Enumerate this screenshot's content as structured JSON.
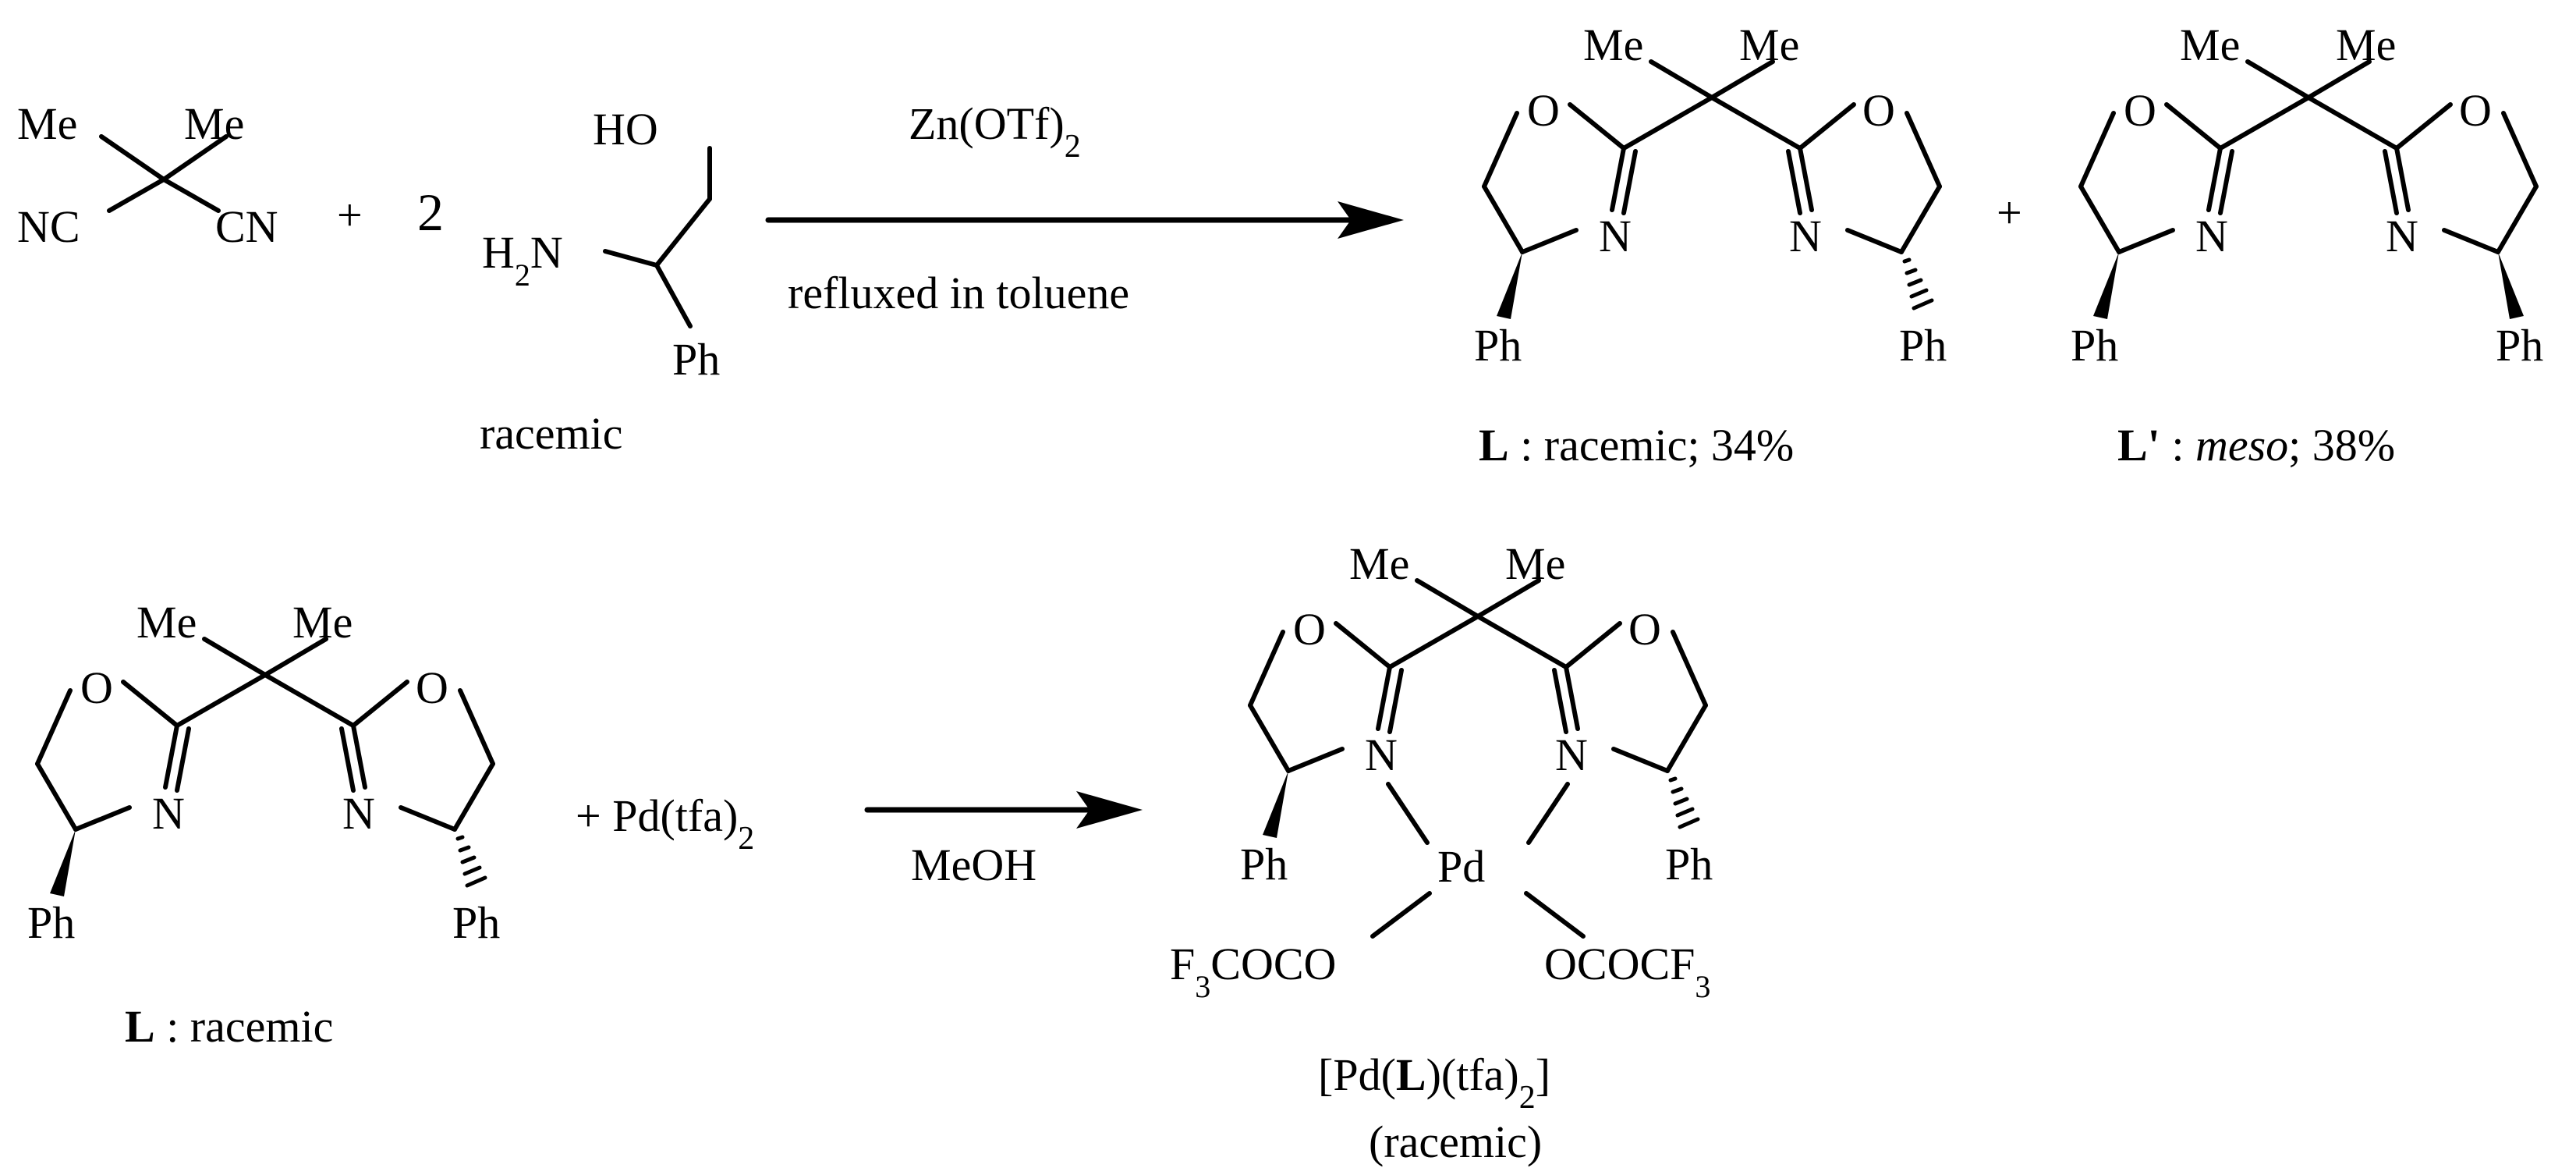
{
  "atoms": {
    "me": "Me",
    "nc": "NC",
    "cn": "CN",
    "o": "O",
    "n": "N",
    "ph": "Ph",
    "ho": "HO",
    "h2n_h": "H",
    "h2n_sub": "2",
    "h2n_n": "N",
    "pd": "Pd",
    "f3coco_f": "F",
    "f3coco_sub": "3",
    "f3coco_rest": "COCO",
    "ococf3_main": "OCOCF",
    "ococf3_sub": "3"
  },
  "reaction1": {
    "plus": "+",
    "coefficient": "2",
    "amino_alcohol_note": "racemic",
    "reagent_main": "Zn(OTf)",
    "reagent_sub": "2",
    "condition": "refluxed in toluene",
    "plus_products": "+",
    "product_L": {
      "symbol": "L",
      "text": " : racemic; 34%"
    },
    "product_Lp": {
      "symbol": "L'",
      "sep": " : ",
      "italic": "meso",
      "tail": "; 38%"
    }
  },
  "reaction2": {
    "reagent_main": "+ Pd(tfa)",
    "reagent_sub": "2",
    "condition": "MeOH",
    "ligand_label": {
      "symbol": "L",
      "text": " : racemic"
    },
    "product_label": {
      "open": "[Pd(",
      "symbol": "L",
      "close": ")(tfa)",
      "sub": "2",
      "end": "]"
    },
    "product_note": "(racemic)"
  }
}
